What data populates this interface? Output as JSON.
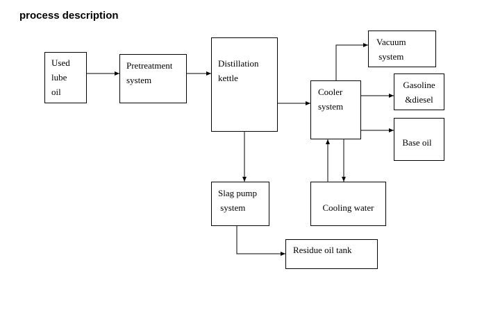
{
  "title": "process description",
  "nodes": {
    "used_lube_oil": "Used\nlube\noil",
    "pretreatment": "Pretreatment\nsystem",
    "distillation": "Distillation\nkettle",
    "cooler": "Cooler\nsystem",
    "vacuum": "Vacuum\n system",
    "gasoline": "Gasoline\n&diesel",
    "base_oil": "Base oil",
    "slag_pump": "Slag pump\n system",
    "cooling_water": "Cooling water",
    "residue_tank": "Residue oil tank"
  }
}
